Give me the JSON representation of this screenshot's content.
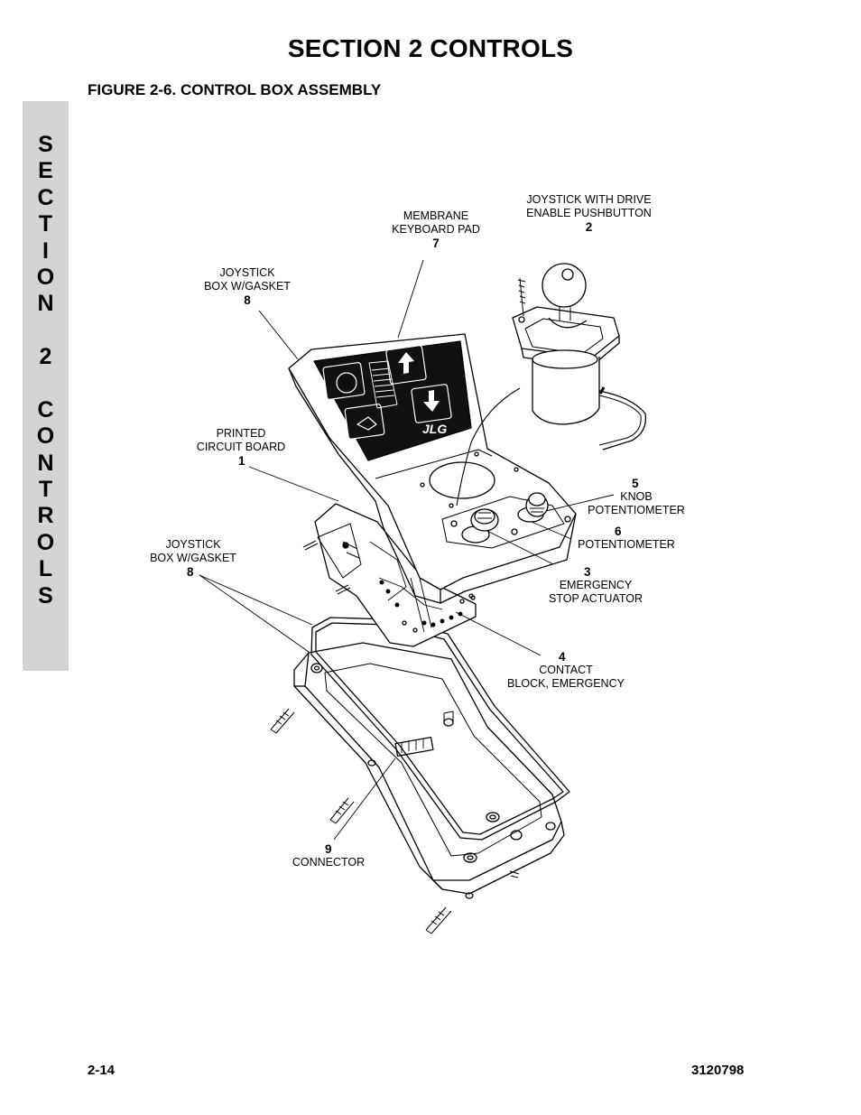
{
  "header": {
    "section_title": "SECTION 2  CONTROLS",
    "figure_title": "FIGURE 2-6.    CONTROL BOX ASSEMBLY"
  },
  "side_tab": {
    "letters": [
      "S",
      "E",
      "C",
      "T",
      "I",
      "O",
      "N",
      "",
      "2",
      "",
      "C",
      "O",
      "N",
      "T",
      "R",
      "O",
      "L",
      "S"
    ]
  },
  "callouts": {
    "membrane": {
      "label1": "MEMBRANE",
      "label2": "KEYBOARD PAD",
      "num": "7"
    },
    "joystick_drive": {
      "label1": "JOYSTICK WITH DRIVE",
      "label2": "ENABLE PUSHBUTTON",
      "num": "2"
    },
    "joystick_box_top": {
      "label1": "JOYSTICK",
      "label2": "BOX W/GASKET",
      "num": "8"
    },
    "pcb": {
      "label1": "PRINTED",
      "label2": "CIRCUIT BOARD",
      "num": "1"
    },
    "knob": {
      "num": "5",
      "label1": "KNOB",
      "label2": "POTENTIOMETER"
    },
    "pot": {
      "num": "6",
      "label1": "POTENTIOMETER"
    },
    "joystick_box_bottom": {
      "label1": "JOYSTICK",
      "label2": "BOX W/GASKET",
      "num": "8"
    },
    "estop": {
      "num": "3",
      "label1": "EMERGENCY",
      "label2": "STOP ACTUATOR"
    },
    "contact": {
      "num": "4",
      "label1": "CONTACT",
      "label2": "BLOCK, EMERGENCY"
    },
    "connector": {
      "num": "9",
      "label1": "CONNECTOR"
    }
  },
  "logo_text": "JLG",
  "footer": {
    "page_number": "2-14",
    "doc_number": "3120798"
  }
}
